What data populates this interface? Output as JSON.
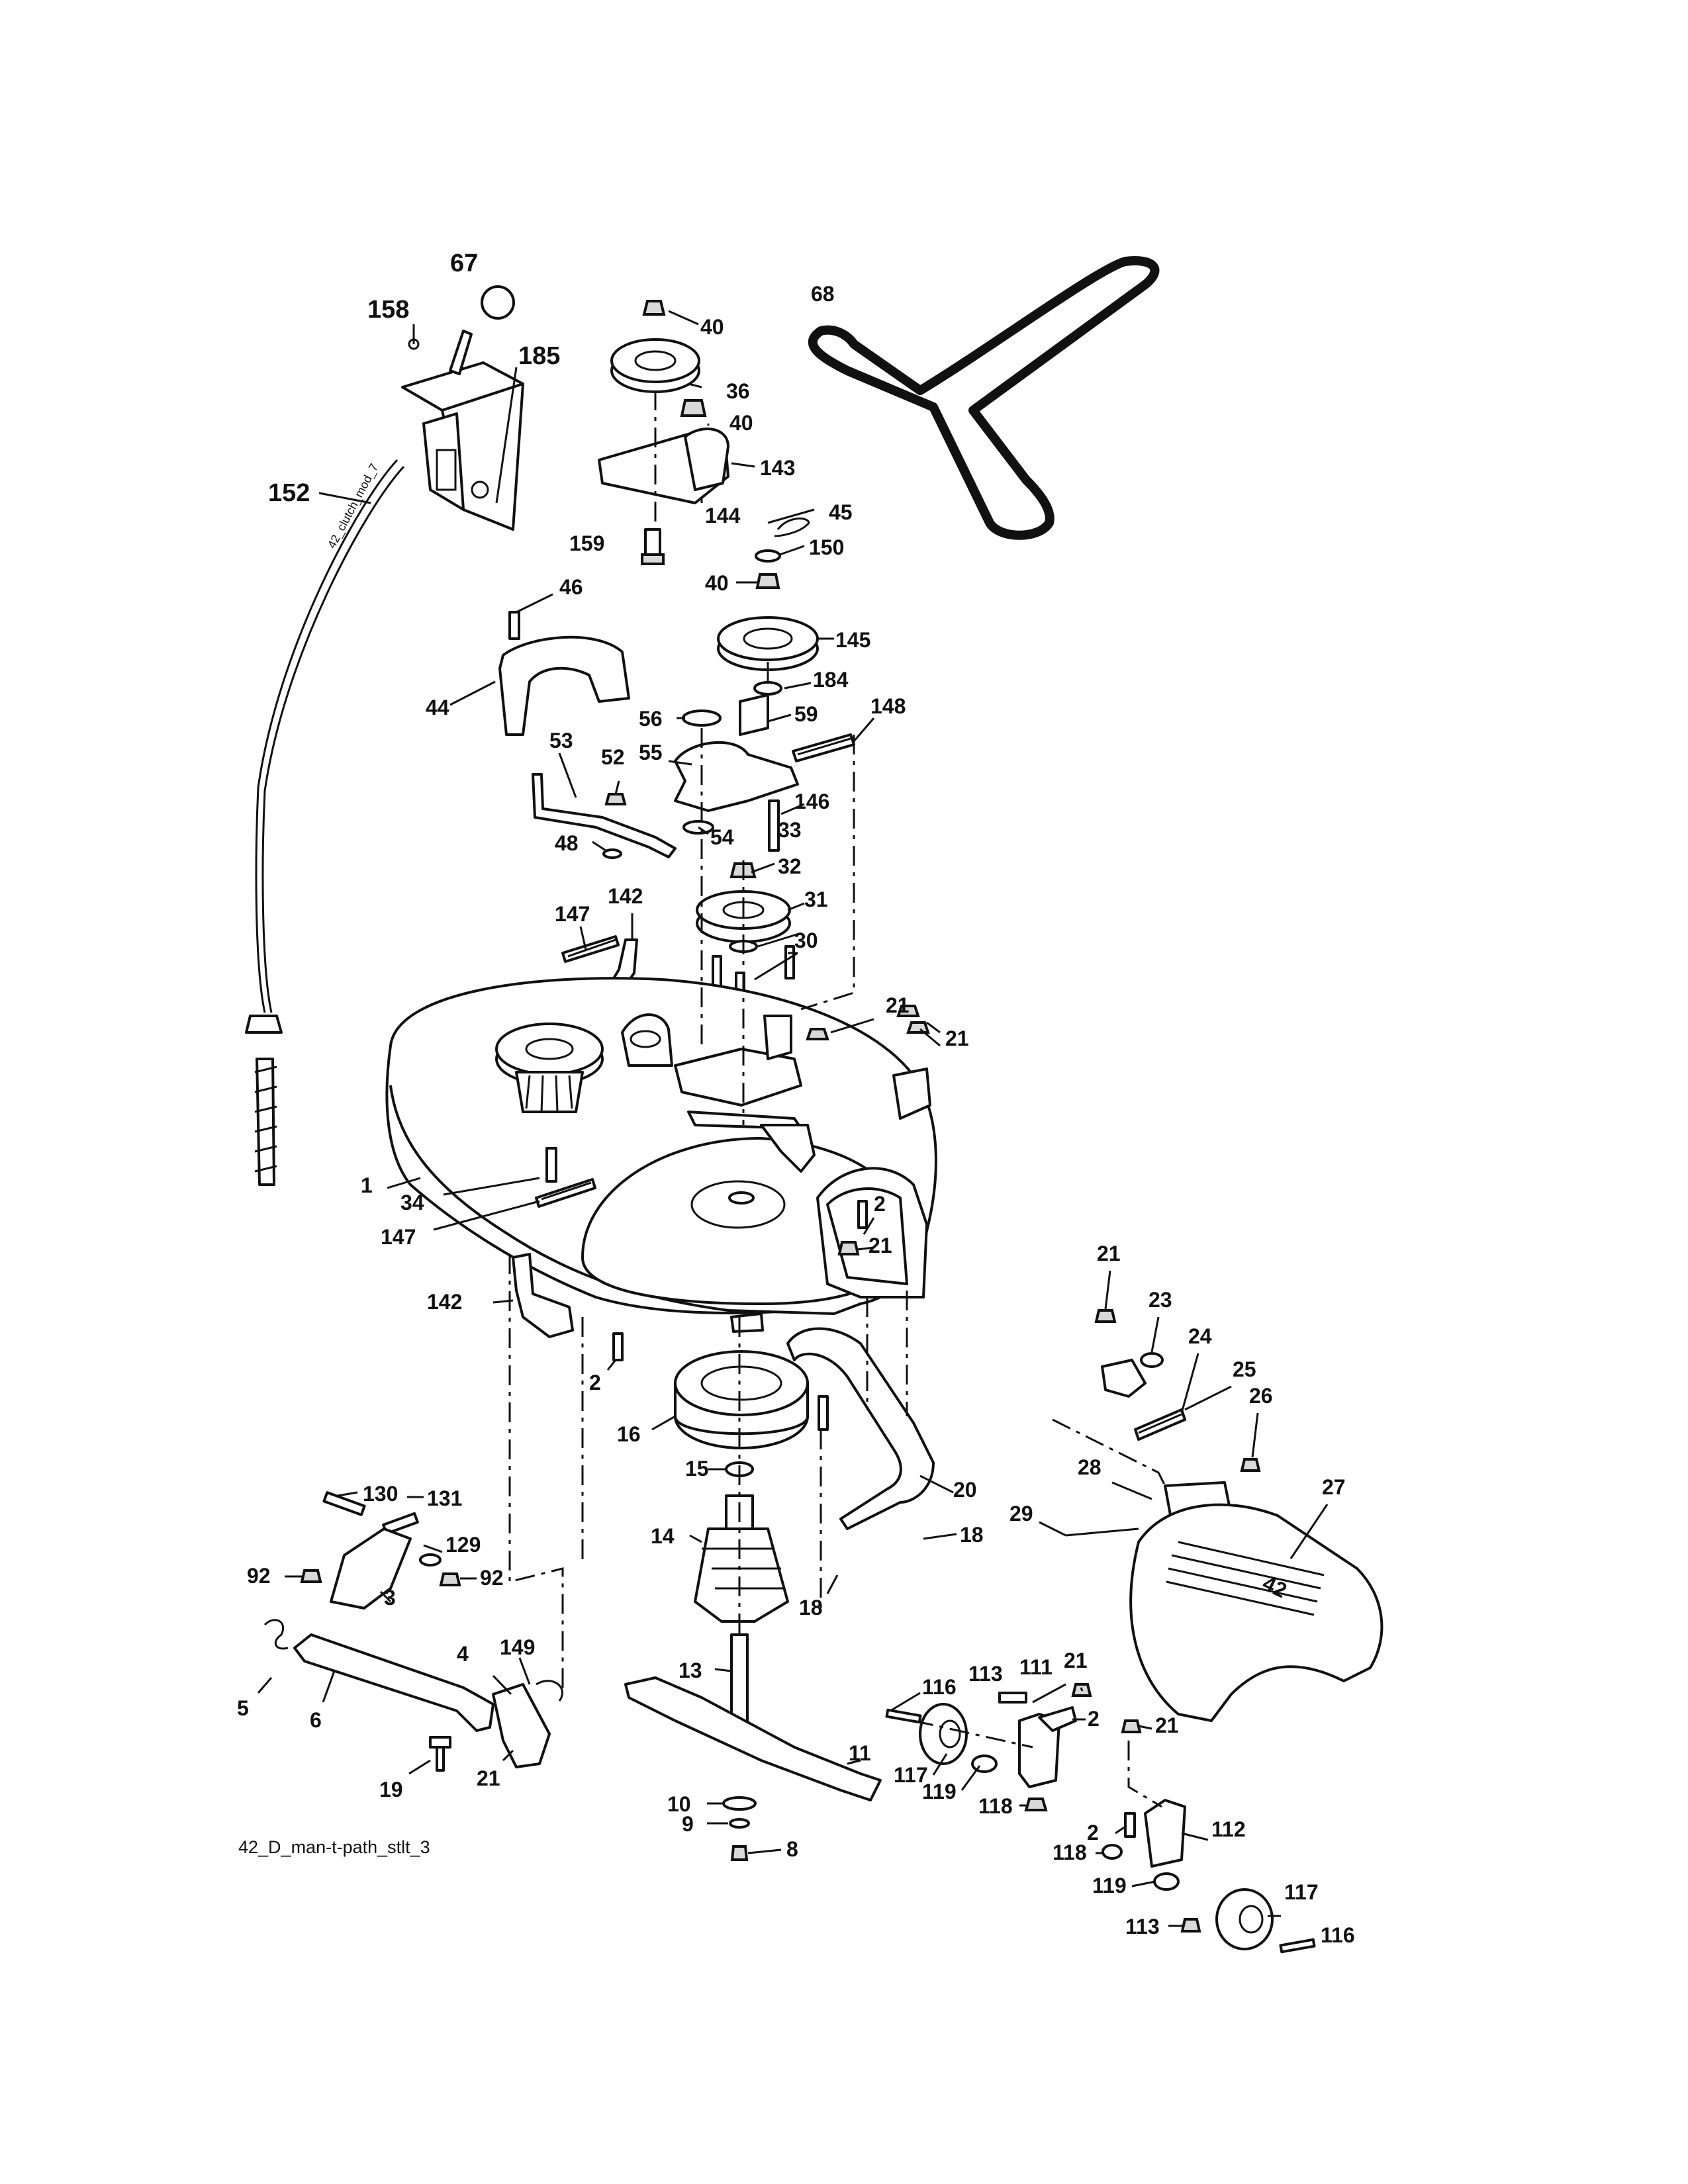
{
  "caption": "42_D_man-t-path_stlt_3",
  "cable_label": "42_clutch_mod_7",
  "deck_badge": "42",
  "callouts": [
    {
      "id": "c67",
      "text": "67"
    },
    {
      "id": "c158",
      "text": "158"
    },
    {
      "id": "c185",
      "text": "185"
    },
    {
      "id": "c152",
      "text": "152"
    },
    {
      "id": "c40a",
      "text": "40"
    },
    {
      "id": "c36",
      "text": "36"
    },
    {
      "id": "c40b",
      "text": "40"
    },
    {
      "id": "c143",
      "text": "143"
    },
    {
      "id": "c144",
      "text": "144"
    },
    {
      "id": "c159",
      "text": "159"
    },
    {
      "id": "c45",
      "text": "45"
    },
    {
      "id": "c150",
      "text": "150"
    },
    {
      "id": "c40c",
      "text": "40"
    },
    {
      "id": "c145",
      "text": "145"
    },
    {
      "id": "c184",
      "text": "184"
    },
    {
      "id": "c46",
      "text": "46"
    },
    {
      "id": "c44",
      "text": "44"
    },
    {
      "id": "c56",
      "text": "56"
    },
    {
      "id": "c59",
      "text": "59"
    },
    {
      "id": "c148",
      "text": "148"
    },
    {
      "id": "c55",
      "text": "55"
    },
    {
      "id": "c53",
      "text": "53"
    },
    {
      "id": "c52",
      "text": "52"
    },
    {
      "id": "c146",
      "text": "146"
    },
    {
      "id": "c48",
      "text": "48"
    },
    {
      "id": "c54",
      "text": "54"
    },
    {
      "id": "c33",
      "text": "33"
    },
    {
      "id": "c32",
      "text": "32"
    },
    {
      "id": "c31",
      "text": "31"
    },
    {
      "id": "c147a",
      "text": "147"
    },
    {
      "id": "c142a",
      "text": "142"
    },
    {
      "id": "c30",
      "text": "30"
    },
    {
      "id": "c21a",
      "text": "21"
    },
    {
      "id": "c21b",
      "text": "21"
    },
    {
      "id": "c68",
      "text": "68"
    },
    {
      "id": "c1",
      "text": "1"
    },
    {
      "id": "c34",
      "text": "34"
    },
    {
      "id": "c147b",
      "text": "147"
    },
    {
      "id": "c2a",
      "text": "2"
    },
    {
      "id": "c21c",
      "text": "21"
    },
    {
      "id": "c142b",
      "text": "142"
    },
    {
      "id": "c2b",
      "text": "2"
    },
    {
      "id": "c16",
      "text": "16"
    },
    {
      "id": "c15",
      "text": "15"
    },
    {
      "id": "c14",
      "text": "14"
    },
    {
      "id": "c20",
      "text": "20"
    },
    {
      "id": "c18a",
      "text": "18"
    },
    {
      "id": "c18b",
      "text": "18"
    },
    {
      "id": "c13",
      "text": "13"
    },
    {
      "id": "c11",
      "text": "11"
    },
    {
      "id": "c10",
      "text": "10"
    },
    {
      "id": "c9",
      "text": "9"
    },
    {
      "id": "c8",
      "text": "8"
    },
    {
      "id": "c130",
      "text": "130"
    },
    {
      "id": "c131",
      "text": "131"
    },
    {
      "id": "c129",
      "text": "129"
    },
    {
      "id": "c92a",
      "text": "92"
    },
    {
      "id": "c92b",
      "text": "92"
    },
    {
      "id": "c3",
      "text": "3"
    },
    {
      "id": "c149",
      "text": "149"
    },
    {
      "id": "c4",
      "text": "4"
    },
    {
      "id": "c5",
      "text": "5"
    },
    {
      "id": "c6",
      "text": "6"
    },
    {
      "id": "c19",
      "text": "19"
    },
    {
      "id": "c21d",
      "text": "21"
    },
    {
      "id": "c21e",
      "text": "21"
    },
    {
      "id": "c23",
      "text": "23"
    },
    {
      "id": "c24",
      "text": "24"
    },
    {
      "id": "c25",
      "text": "25"
    },
    {
      "id": "c26",
      "text": "26"
    },
    {
      "id": "c27",
      "text": "27"
    },
    {
      "id": "c28",
      "text": "28"
    },
    {
      "id": "c29",
      "text": "29"
    },
    {
      "id": "c116a",
      "text": "116"
    },
    {
      "id": "c113a",
      "text": "113"
    },
    {
      "id": "c111",
      "text": "111"
    },
    {
      "id": "c21f",
      "text": "21"
    },
    {
      "id": "c2c",
      "text": "2"
    },
    {
      "id": "c21g",
      "text": "21"
    },
    {
      "id": "c117a",
      "text": "117"
    },
    {
      "id": "c119a",
      "text": "119"
    },
    {
      "id": "c118a",
      "text": "118"
    },
    {
      "id": "c2d",
      "text": "2"
    },
    {
      "id": "c112",
      "text": "112"
    },
    {
      "id": "c118b",
      "text": "118"
    },
    {
      "id": "c119b",
      "text": "119"
    },
    {
      "id": "c117b",
      "text": "117"
    },
    {
      "id": "c113b",
      "text": "113"
    },
    {
      "id": "c116b",
      "text": "116"
    }
  ]
}
